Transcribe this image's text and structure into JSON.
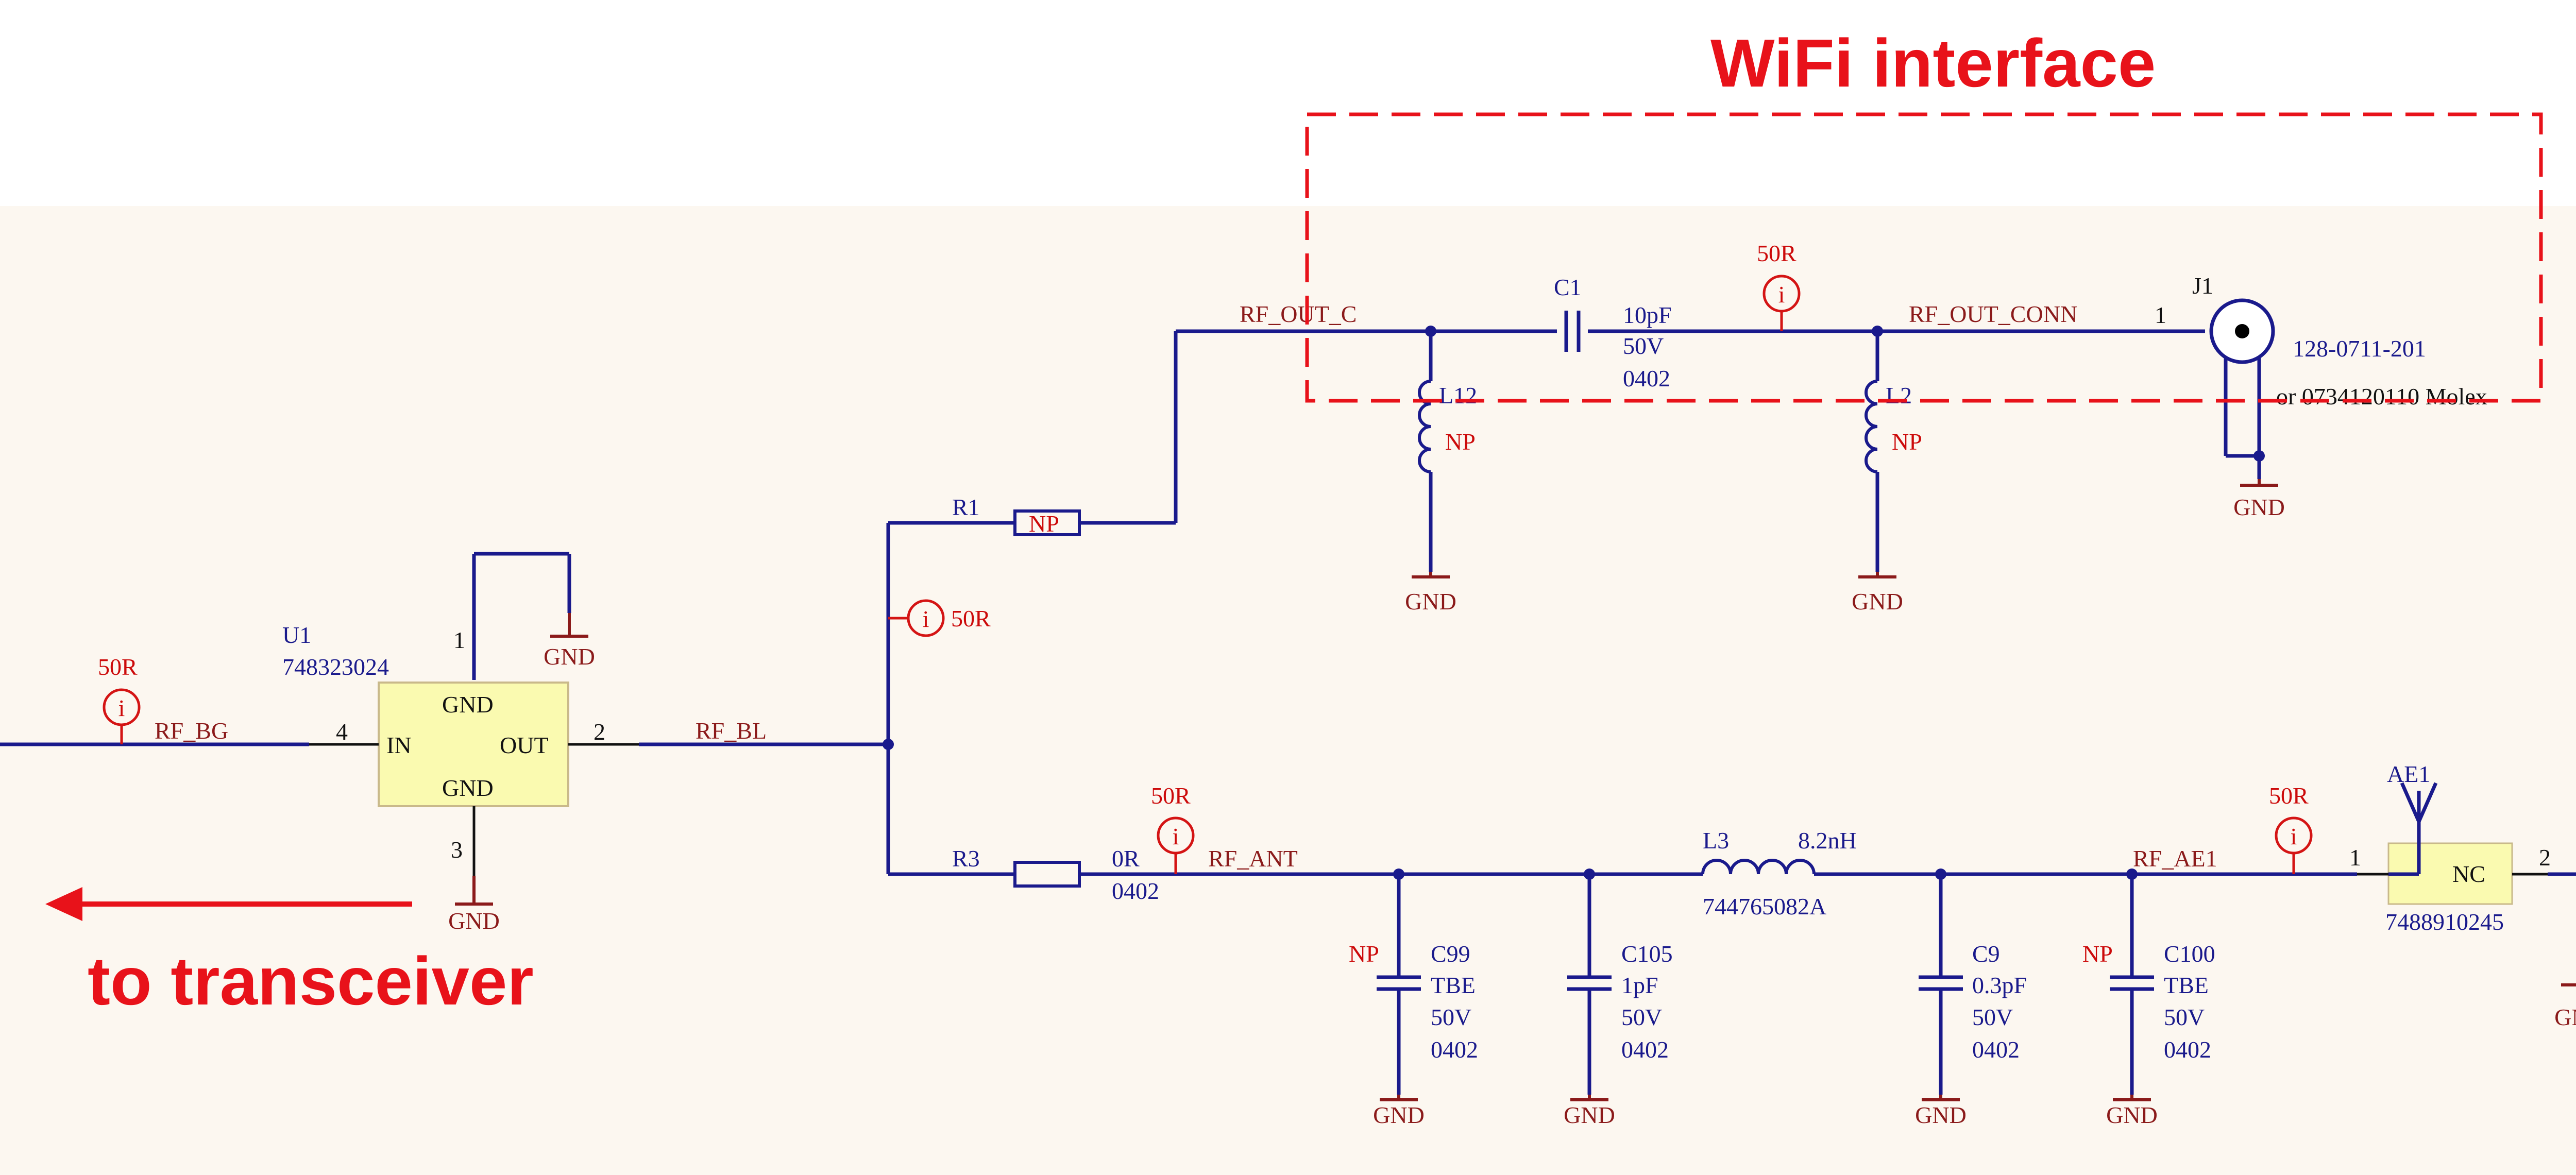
{
  "annotations": {
    "wifi_title": "WiFi interface",
    "transceiver_note": "to transceiver"
  },
  "colors": {
    "wire": "#1a1a8c",
    "label_red": "#cc0a0a",
    "ground": "#8b1a1a",
    "annotation": "#e8121a",
    "component_fill": "#fafab0",
    "sheet_bg": "#fcf7f0"
  },
  "nets": {
    "rf_bg": "RF_BG",
    "rf_bl": "RF_BL",
    "rf_out_c": "RF_OUT_C",
    "rf_out_conn": "RF_OUT_CONN",
    "rf_ant": "RF_ANT",
    "rf_ae1": "RF_AE1"
  },
  "probe_label": "50R",
  "probe_icon": "info-i",
  "gnd_label": "GND",
  "components": {
    "u1": {
      "ref": "U1",
      "value": "748323024",
      "pin_gnd_top": "GND",
      "pin_gnd_bottom": "GND",
      "pin_in": "IN",
      "pin_out": "OUT",
      "pin1": "1",
      "pin2": "2",
      "pin3": "3",
      "pin4": "4"
    },
    "r1": {
      "ref": "R1",
      "value": "NP"
    },
    "r3": {
      "ref": "R3",
      "value": "0R",
      "package": "0402"
    },
    "c1": {
      "ref": "C1",
      "value": "10pF",
      "voltage": "50V",
      "package": "0402"
    },
    "l12": {
      "ref": "L12",
      "value": "NP"
    },
    "l2": {
      "ref": "L2",
      "value": "NP"
    },
    "j1": {
      "ref": "J1",
      "value": "128-0711-201",
      "alt": "or 0734120110 Molex",
      "pin1": "1"
    },
    "l3": {
      "ref": "L3",
      "value": "8.2nH",
      "part": "744765082A"
    },
    "c99": {
      "ref": "C99",
      "value": "TBE",
      "voltage": "50V",
      "package": "0402",
      "mark": "NP"
    },
    "c105": {
      "ref": "C105",
      "value": "1pF",
      "voltage": "50V",
      "package": "0402"
    },
    "c9": {
      "ref": "C9",
      "value": "0.3pF",
      "voltage": "50V",
      "package": "0402"
    },
    "c100": {
      "ref": "C100",
      "value": "TBE",
      "voltage": "50V",
      "package": "0402",
      "mark": "NP"
    },
    "ae1": {
      "ref": "AE1",
      "value": "NC",
      "part": "7488910245",
      "pin1": "1",
      "pin2": "2"
    }
  }
}
